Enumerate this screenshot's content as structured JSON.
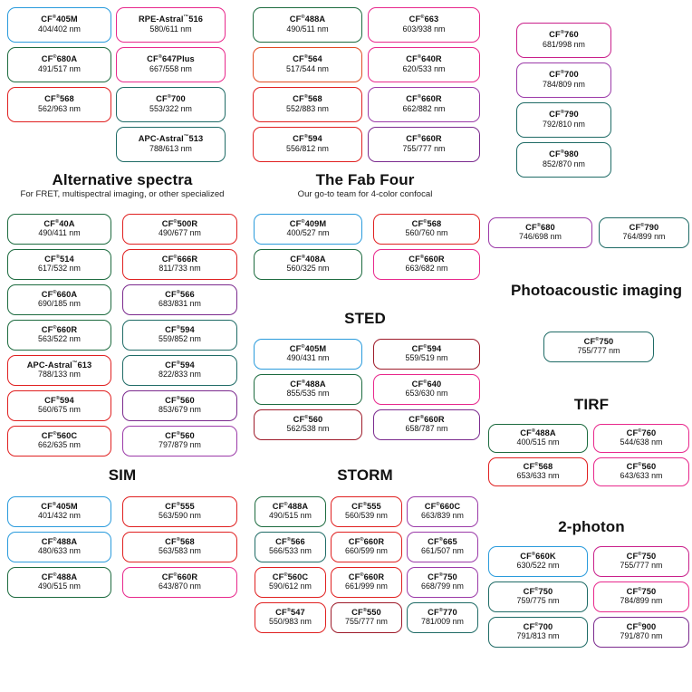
{
  "page": {
    "title": "Fluorescent dye selection chart",
    "registered_mark": "®",
    "trademark_mark": "™",
    "unit": "nm"
  },
  "legend_colors": {
    "blue": "#2a9bdc",
    "green": "#1d6b3f",
    "teal": "#1f6b66",
    "red": "#e02020",
    "darkred": "#9e1b2a",
    "orange": "#e14a22",
    "pink": "#e8288c",
    "magenta": "#c9208b",
    "purple": "#7b2a8e",
    "violet": "#9b3aa8"
  },
  "sections": [
    {
      "id": "top-col-1",
      "title": "",
      "subtitle": "",
      "cards": [
        {
          "name": "CF",
          "mark": "®",
          "suffix": "405M",
          "wl": "404/402 nm",
          "color": "blue"
        },
        {
          "name": "CF",
          "mark": "®",
          "suffix": "680A",
          "wl": "491/517 nm",
          "color": "green"
        },
        {
          "name": "CF",
          "mark": "®",
          "suffix": "568",
          "wl": "562/963 nm",
          "color": "red"
        }
      ]
    },
    {
      "id": "top-col-2",
      "title": "",
      "subtitle": "",
      "cards": [
        {
          "name": "RPE-Astral",
          "mark": "™",
          "suffix": "516",
          "wl": "580/611 nm",
          "color": "pink"
        },
        {
          "name": "CF",
          "mark": "®",
          "suffix": "647Plus",
          "wl": "667/558 nm",
          "color": "pink"
        },
        {
          "name": "CF",
          "mark": "®",
          "suffix": "700",
          "wl": "553/322 nm",
          "color": "teal"
        },
        {
          "name": "APC-Astral",
          "mark": "™",
          "suffix": "513",
          "wl": "788/613 nm",
          "color": "teal"
        }
      ]
    },
    {
      "id": "top-col-3",
      "title": "",
      "subtitle": "",
      "cards": [
        {
          "name": "CF",
          "mark": "®",
          "suffix": "488A",
          "wl": "490/511 nm",
          "color": "green"
        },
        {
          "name": "CF",
          "mark": "®",
          "suffix": "564",
          "wl": "517/544 nm",
          "color": "orange"
        },
        {
          "name": "CF",
          "mark": "®",
          "suffix": "568",
          "wl": "552/883 nm",
          "color": "red"
        },
        {
          "name": "CF",
          "mark": "®",
          "suffix": "594",
          "wl": "556/812 nm",
          "color": "red"
        }
      ]
    },
    {
      "id": "top-col-4",
      "title": "",
      "subtitle": "",
      "cards": [
        {
          "name": "CF",
          "mark": "®",
          "suffix": "663",
          "wl": "603/938 nm",
          "color": "pink"
        },
        {
          "name": "CF",
          "mark": "®",
          "suffix": "640R",
          "wl": "620/533 nm",
          "color": "pink"
        },
        {
          "name": "CF",
          "mark": "®",
          "suffix": "660R",
          "wl": "662/882 nm",
          "color": "violet"
        },
        {
          "name": "CF",
          "mark": "®",
          "suffix": "660R",
          "wl": "755/777 nm",
          "color": "purple"
        }
      ]
    },
    {
      "id": "top-col-5",
      "title": "",
      "subtitle": "",
      "cards": [
        {
          "name": "CF",
          "mark": "®",
          "suffix": "760",
          "wl": "681/998 nm",
          "color": "magenta"
        },
        {
          "name": "CF",
          "mark": "®",
          "suffix": "700",
          "wl": "784/809 nm",
          "color": "violet"
        },
        {
          "name": "CF",
          "mark": "®",
          "suffix": "790",
          "wl": "792/810 nm",
          "color": "teal"
        },
        {
          "name": "CF",
          "mark": "®",
          "suffix": "980",
          "wl": "852/870 nm",
          "color": "teal"
        }
      ]
    },
    {
      "id": "alternative-spectra",
      "title": "Alternative spectra",
      "subtitle": "For FRET, multispectral imaging, or other specialized",
      "cards": [
        {
          "name": "CF",
          "mark": "®",
          "suffix": "40A",
          "wl": "490/411 nm",
          "color": "green"
        },
        {
          "name": "CF",
          "mark": "®",
          "suffix": "500R",
          "wl": "490/677 nm",
          "color": "red"
        },
        {
          "name": "CF",
          "mark": "®",
          "suffix": "514",
          "wl": "617/532 nm",
          "color": "green"
        },
        {
          "name": "CF",
          "mark": "®",
          "suffix": "666R",
          "wl": "811/733 nm",
          "color": "red"
        },
        {
          "name": "CF",
          "mark": "®",
          "suffix": "660A",
          "wl": "690/185 nm",
          "color": "green"
        },
        {
          "name": "CF",
          "mark": "®",
          "suffix": "566",
          "wl": "683/831 nm",
          "color": "purple"
        },
        {
          "name": "CF",
          "mark": "®",
          "suffix": "660R",
          "wl": "563/522 nm",
          "color": "green"
        },
        {
          "name": "CF",
          "mark": "®",
          "suffix": "594",
          "wl": "559/852 nm",
          "color": "teal"
        },
        {
          "name": "APC-Astral",
          "mark": "™",
          "suffix": "613",
          "wl": "788/133 nm",
          "color": "red"
        },
        {
          "name": "CF",
          "mark": "®",
          "suffix": "594",
          "wl": "822/833 nm",
          "color": "teal"
        },
        {
          "name": "CF",
          "mark": "®",
          "suffix": "594",
          "wl": "560/675 nm",
          "color": "red"
        },
        {
          "name": "CF",
          "mark": "®",
          "suffix": "560",
          "wl": "853/679 nm",
          "color": "purple"
        },
        {
          "name": "CF",
          "mark": "®",
          "suffix": "560C",
          "wl": "662/635 nm",
          "color": "red"
        },
        {
          "name": "CF",
          "mark": "®",
          "suffix": "560",
          "wl": "797/879 nm",
          "color": "violet"
        }
      ]
    },
    {
      "id": "the-fab-four",
      "title": "The Fab Four",
      "subtitle": "Our go-to team for 4-color confocal",
      "cards": [
        {
          "name": "CF",
          "mark": "®",
          "suffix": "409M",
          "wl": "400/527 nm",
          "color": "blue"
        },
        {
          "name": "CF",
          "mark": "®",
          "suffix": "568",
          "wl": "560/760 nm",
          "color": "red"
        },
        {
          "name": "CF",
          "mark": "®",
          "suffix": "408A",
          "wl": "560/325 nm",
          "color": "green"
        },
        {
          "name": "CF",
          "mark": "®",
          "suffix": "660R",
          "wl": "663/682 nm",
          "color": "pink"
        }
      ]
    },
    {
      "id": "sted",
      "title": "STED",
      "subtitle": "",
      "cards": [
        {
          "name": "CF",
          "mark": "®",
          "suffix": "405M",
          "wl": "490/431 nm",
          "color": "blue"
        },
        {
          "name": "CF",
          "mark": "®",
          "suffix": "594",
          "wl": "559/519 nm",
          "color": "darkred"
        },
        {
          "name": "CF",
          "mark": "®",
          "suffix": "488A",
          "wl": "855/535 nm",
          "color": "green"
        },
        {
          "name": "CF",
          "mark": "®",
          "suffix": "640",
          "wl": "653/630 nm",
          "color": "pink"
        },
        {
          "name": "CF",
          "mark": "®",
          "suffix": "560",
          "wl": "562/538 nm",
          "color": "darkred"
        },
        {
          "name": "CF",
          "mark": "®",
          "suffix": "660R",
          "wl": "658/787 nm",
          "color": "purple"
        }
      ]
    },
    {
      "id": "photoacoustic-pair",
      "title": "",
      "subtitle": "",
      "cards": [
        {
          "name": "CF",
          "mark": "®",
          "suffix": "680",
          "wl": "746/698 nm",
          "color": "violet"
        },
        {
          "name": "CF",
          "mark": "®",
          "suffix": "790",
          "wl": "764/899 nm",
          "color": "teal"
        }
      ]
    },
    {
      "id": "photoacoustic-imaging",
      "title": "Photoacoustic imaging",
      "subtitle": "",
      "cards": [
        {
          "name": "CF",
          "mark": "®",
          "suffix": "750",
          "wl": "755/777 nm",
          "color": "teal"
        }
      ]
    },
    {
      "id": "tirf",
      "title": "TIRF",
      "subtitle": "",
      "cards": [
        {
          "name": "CF",
          "mark": "®",
          "suffix": "488A",
          "wl": "400/515 nm",
          "color": "green"
        },
        {
          "name": "CF",
          "mark": "®",
          "suffix": "760",
          "wl": "544/638 nm",
          "color": "pink"
        },
        {
          "name": "CF",
          "mark": "®",
          "suffix": "568",
          "wl": "653/633 nm",
          "color": "red"
        },
        {
          "name": "CF",
          "mark": "®",
          "suffix": "560",
          "wl": "643/633 nm",
          "color": "pink"
        }
      ]
    },
    {
      "id": "sim",
      "title": "SIM",
      "subtitle": "",
      "cards": [
        {
          "name": "CF",
          "mark": "®",
          "suffix": "405M",
          "wl": "401/432 nm",
          "color": "blue"
        },
        {
          "name": "CF",
          "mark": "®",
          "suffix": "555",
          "wl": "563/590 nm",
          "color": "red"
        },
        {
          "name": "CF",
          "mark": "®",
          "suffix": "488A",
          "wl": "480/633 nm",
          "color": "blue"
        },
        {
          "name": "CF",
          "mark": "®",
          "suffix": "568",
          "wl": "563/583 nm",
          "color": "red"
        },
        {
          "name": "CF",
          "mark": "®",
          "suffix": "488A",
          "wl": "490/515 nm",
          "color": "green"
        },
        {
          "name": "CF",
          "mark": "®",
          "suffix": "660R",
          "wl": "643/870 nm",
          "color": "pink"
        }
      ]
    },
    {
      "id": "storm",
      "title": "STORM",
      "subtitle": "",
      "cards": [
        {
          "name": "CF",
          "mark": "®",
          "suffix": "488A",
          "wl": "490/515 nm",
          "color": "green"
        },
        {
          "name": "CF",
          "mark": "®",
          "suffix": "555",
          "wl": "560/539 nm",
          "color": "red"
        },
        {
          "name": "CF",
          "mark": "®",
          "suffix": "660C",
          "wl": "663/839 nm",
          "color": "violet"
        },
        {
          "name": "CF",
          "mark": "®",
          "suffix": "566",
          "wl": "566/533 nm",
          "color": "teal"
        },
        {
          "name": "CF",
          "mark": "®",
          "suffix": "660R",
          "wl": "660/599 nm",
          "color": "red"
        },
        {
          "name": "CF",
          "mark": "®",
          "suffix": "665",
          "wl": "661/507 nm",
          "color": "violet"
        },
        {
          "name": "CF",
          "mark": "®",
          "suffix": "560C",
          "wl": "590/612 nm",
          "color": "red"
        },
        {
          "name": "CF",
          "mark": "®",
          "suffix": "660R",
          "wl": "661/999 nm",
          "color": "red"
        },
        {
          "name": "CF",
          "mark": "®",
          "suffix": "750",
          "wl": "668/799 nm",
          "color": "violet"
        },
        {
          "name": "CF",
          "mark": "®",
          "suffix": "547",
          "wl": "550/983 nm",
          "color": "red"
        },
        {
          "name": "CF",
          "mark": "®",
          "suffix": "550",
          "wl": "755/777 nm",
          "color": "darkred"
        },
        {
          "name": "CF",
          "mark": "®",
          "suffix": "770",
          "wl": "781/009 nm",
          "color": "teal"
        }
      ]
    },
    {
      "id": "two-photon",
      "title": "2-photon",
      "subtitle": "",
      "cards": [
        {
          "name": "CF",
          "mark": "®",
          "suffix": "660K",
          "wl": "630/522 nm",
          "color": "blue"
        },
        {
          "name": "CF",
          "mark": "®",
          "suffix": "750",
          "wl": "755/777 nm",
          "color": "magenta"
        },
        {
          "name": "CF",
          "mark": "®",
          "suffix": "750",
          "wl": "759/775 nm",
          "color": "teal"
        },
        {
          "name": "CF",
          "mark": "®",
          "suffix": "750",
          "wl": "784/899 nm",
          "color": "pink"
        },
        {
          "name": "CF",
          "mark": "®",
          "suffix": "700",
          "wl": "791/813 nm",
          "color": "teal"
        },
        {
          "name": "CF",
          "mark": "®",
          "suffix": "900",
          "wl": "791/870 nm",
          "color": "purple"
        }
      ]
    }
  ]
}
